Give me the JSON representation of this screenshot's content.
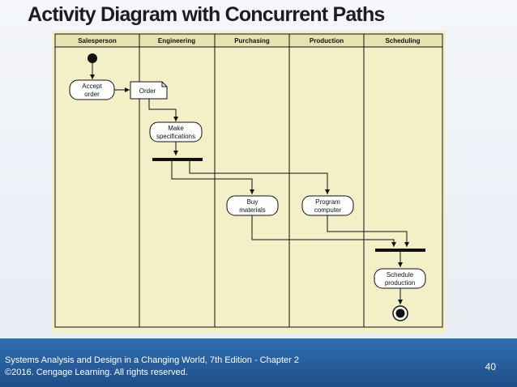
{
  "slide": {
    "title": "Activity Diagram with Concurrent Paths"
  },
  "diagram": {
    "lanes": [
      "Salesperson",
      "Engineering",
      "Purchasing",
      "Production",
      "Scheduling"
    ],
    "nodes": {
      "accept_order": [
        "Accept",
        "order"
      ],
      "order_object": "Order",
      "make_specifications": [
        "Make",
        "specifications"
      ],
      "buy_materials": [
        "Buy",
        "materials"
      ],
      "program_computer": [
        "Program",
        "computer"
      ],
      "schedule_production": [
        "Schedule",
        "production"
      ]
    },
    "colors": {
      "background": "#f3efc6",
      "node_fill": "#ffffff",
      "line": "#111111"
    }
  },
  "footer": {
    "line1": "Systems Analysis and Design in a Changing World, 7th Edition - Chapter 2",
    "line2": "©2016. Cengage Learning. All rights reserved.",
    "page_number": "40"
  }
}
